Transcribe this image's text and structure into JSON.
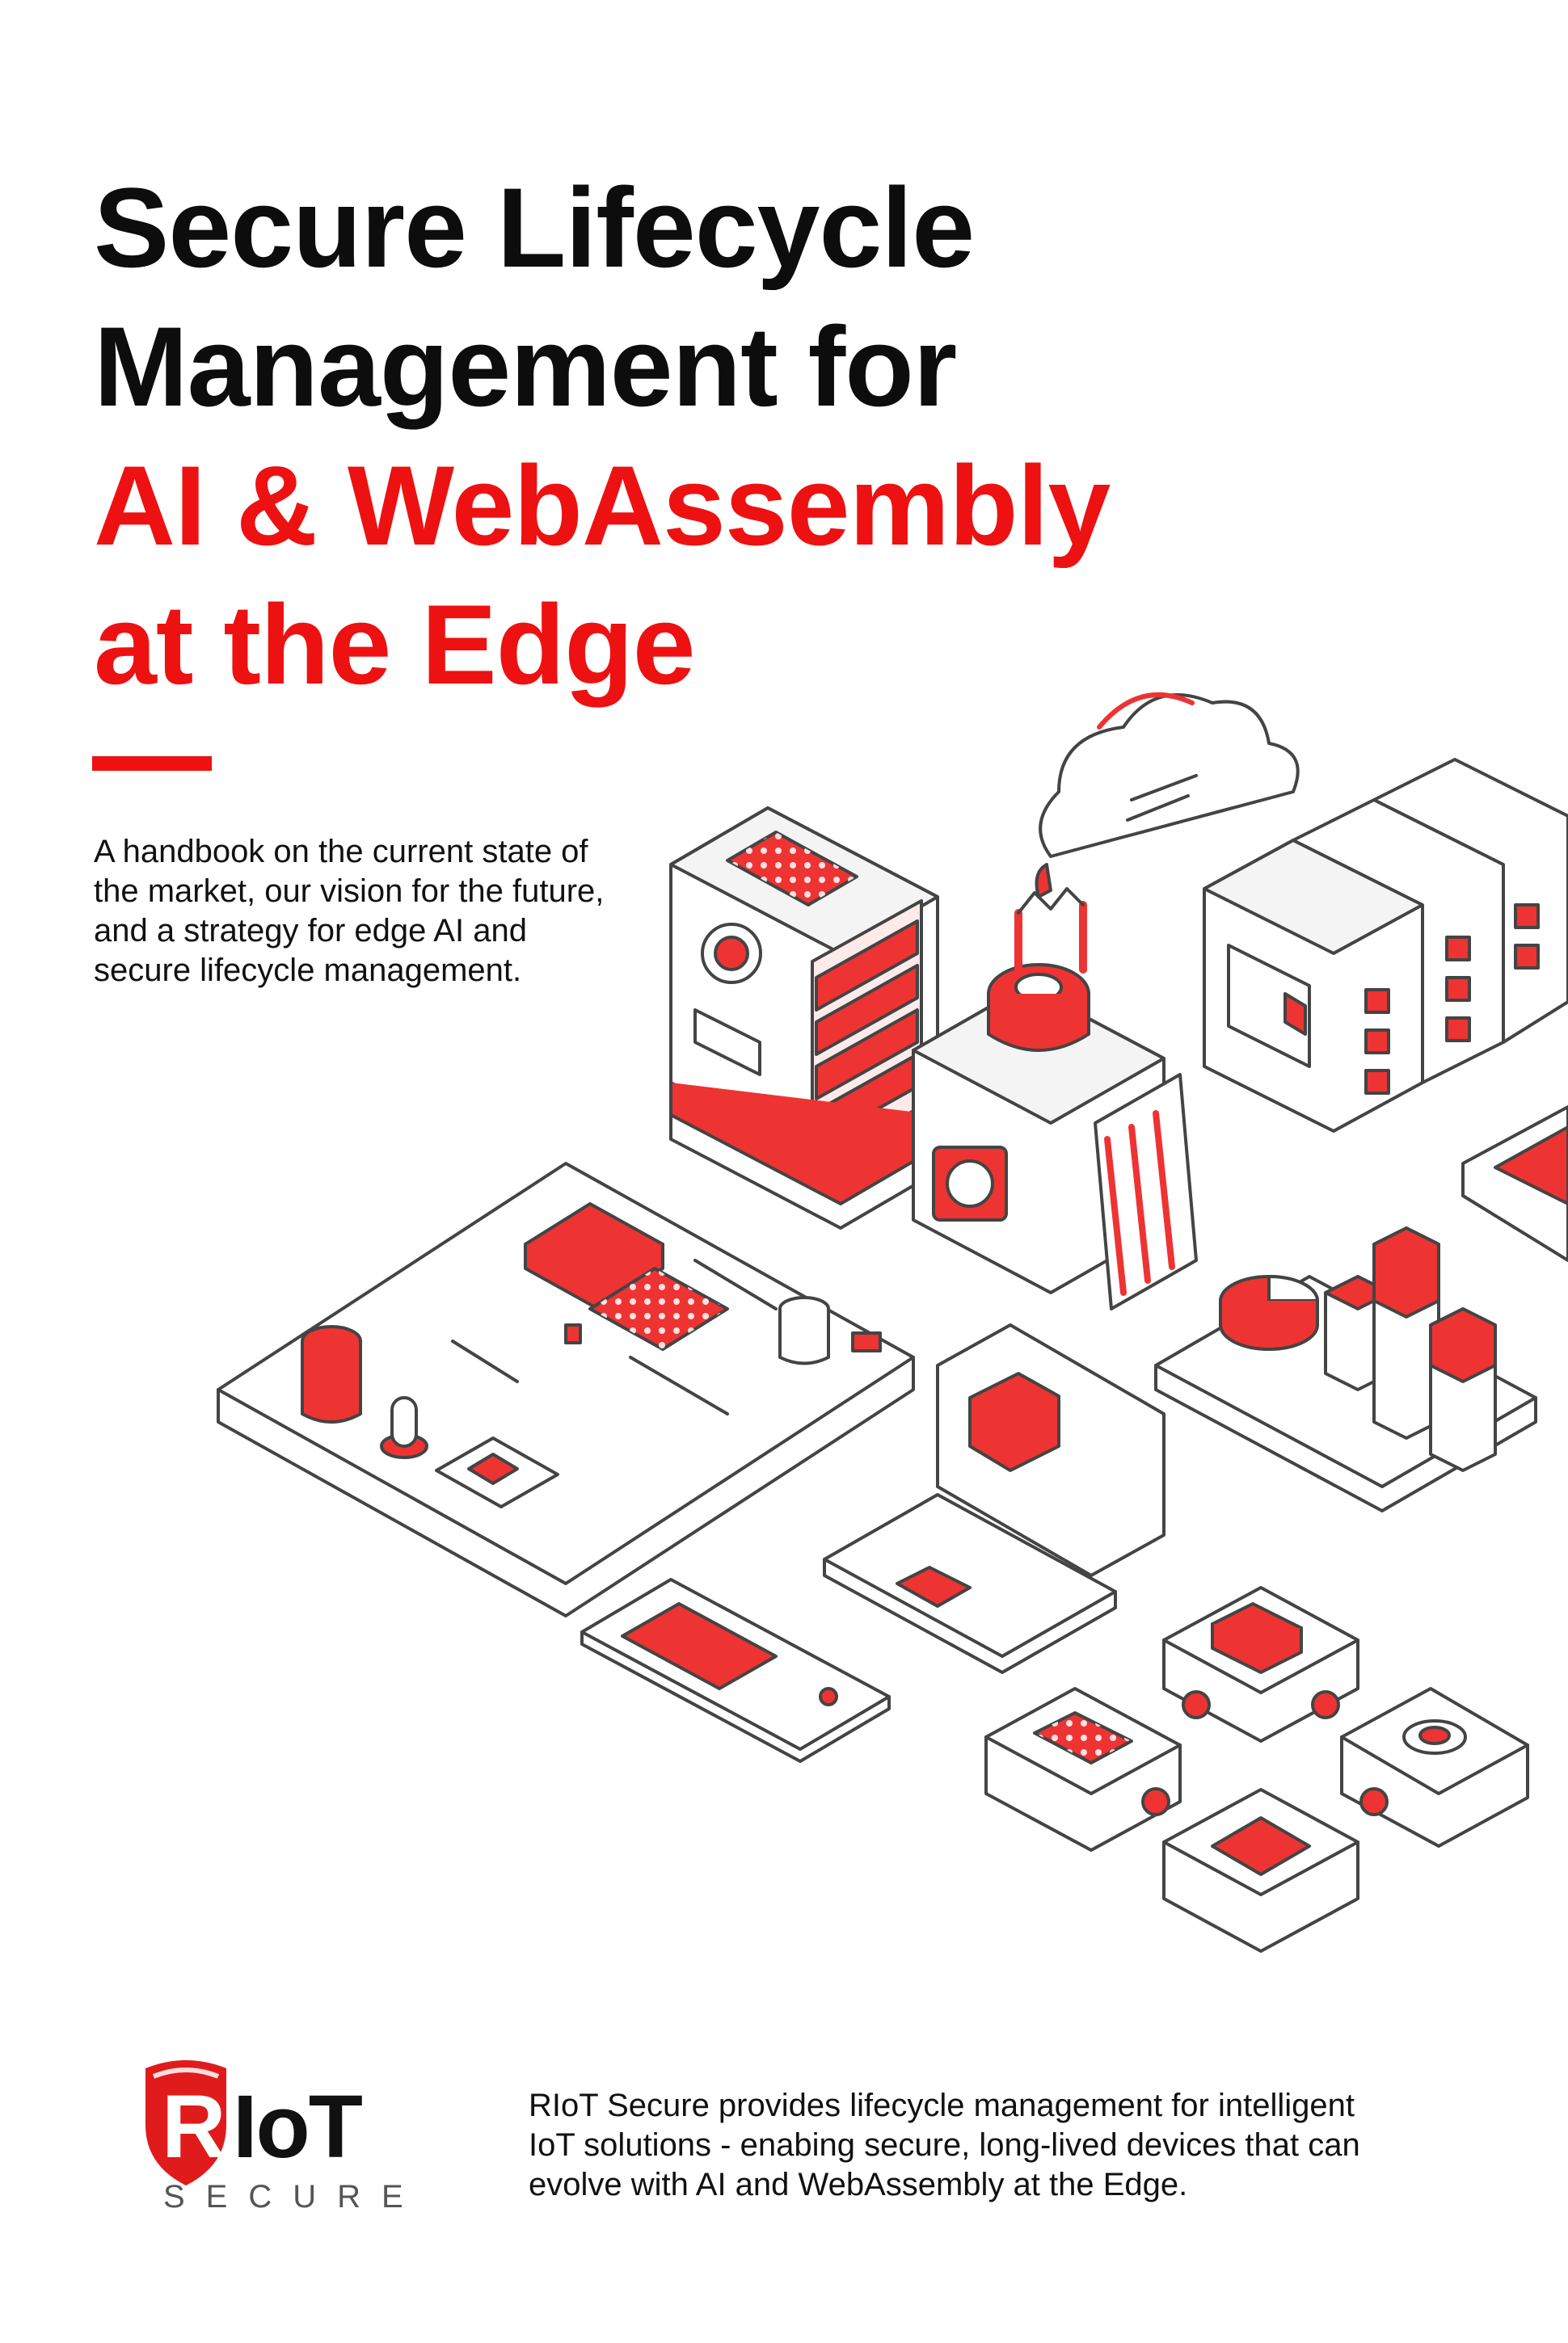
{
  "cover": {
    "title_lines": [
      "Secure Lifecycle",
      "Management for"
    ],
    "title_red_lines": [
      "AI & WebAssembly",
      "at the Edge"
    ],
    "subtitle_lines": [
      "A handbook on the current state of",
      "the market, our vision for the future,",
      "and a strategy for edge AI and",
      "secure lifecycle management."
    ],
    "accent_color": "#ee1111"
  },
  "logo": {
    "wordmark": "RIoT",
    "tagline": "SECURE",
    "icon": "shield-r-logo-icon"
  },
  "footer": {
    "lines": [
      "RIoT Secure provides lifecycle management for intelligent",
      "IoT solutions - enabing secure, long-lived devices that can",
      "evolve with AI and WebAssembly at the Edge."
    ]
  },
  "illustration": {
    "icons": [
      "cloud-icon",
      "server-rack-icon",
      "magnet-coil-icon",
      "server-blades-icon",
      "circuit-board-icon",
      "processor-chip-icon",
      "laptop-code-icon",
      "smartphone-video-icon",
      "bar-chart-icon",
      "pie-chart-icon",
      "network-nodes-icon",
      "tablet-icon"
    ]
  }
}
